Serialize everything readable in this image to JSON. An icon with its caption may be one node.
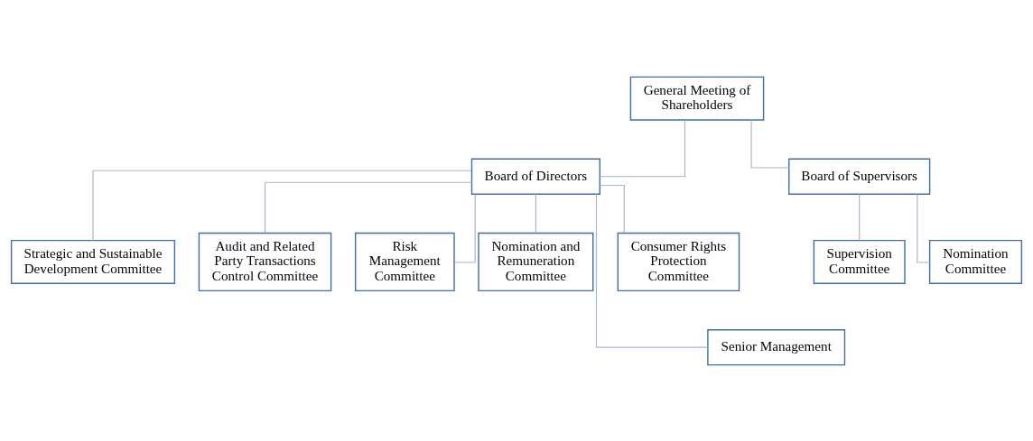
{
  "diagram": {
    "nodes": [
      {
        "text": [
          "General Meeting of Shareholders"
        ]
      },
      {
        "text": [
          "Board of Directors"
        ]
      },
      {
        "text": [
          "Board of Supervisors"
        ]
      },
      {
        "text": [
          "Strategic and Sustainable Development Committee"
        ]
      },
      {
        "text": [
          "Audit and Related Party Transactions Control Committee"
        ]
      },
      {
        "text": [
          "Risk Management Committee"
        ]
      },
      {
        "text": [
          "Nomination and Remuneration Committee"
        ]
      },
      {
        "text": [
          "Consumer Rights Protection Committee"
        ]
      },
      {
        "text": [
          "Supervision Committee"
        ]
      },
      {
        "text": [
          "Nomination Committee"
        ]
      },
      {
        "text": [
          "Senior Management"
        ]
      }
    ],
    "edges": [
      {
        "from": 0,
        "to": 1,
        "arrow": "none"
      },
      {
        "from": 0,
        "to": 2,
        "arrow": "none"
      },
      {
        "from": 1,
        "to": 3,
        "arrow": "none"
      },
      {
        "from": 1,
        "to": 4,
        "arrow": "none"
      },
      {
        "from": 1,
        "to": 5,
        "arrow": "none"
      },
      {
        "from": 1,
        "to": 6,
        "arrow": "none"
      },
      {
        "from": 1,
        "to": 7,
        "arrow": "none"
      },
      {
        "from": 1,
        "to": 10,
        "arrow": "none"
      },
      {
        "from": 2,
        "to": 8,
        "arrow": "none"
      },
      {
        "from": 2,
        "to": 9,
        "arrow": "none"
      }
    ]
  }
}
